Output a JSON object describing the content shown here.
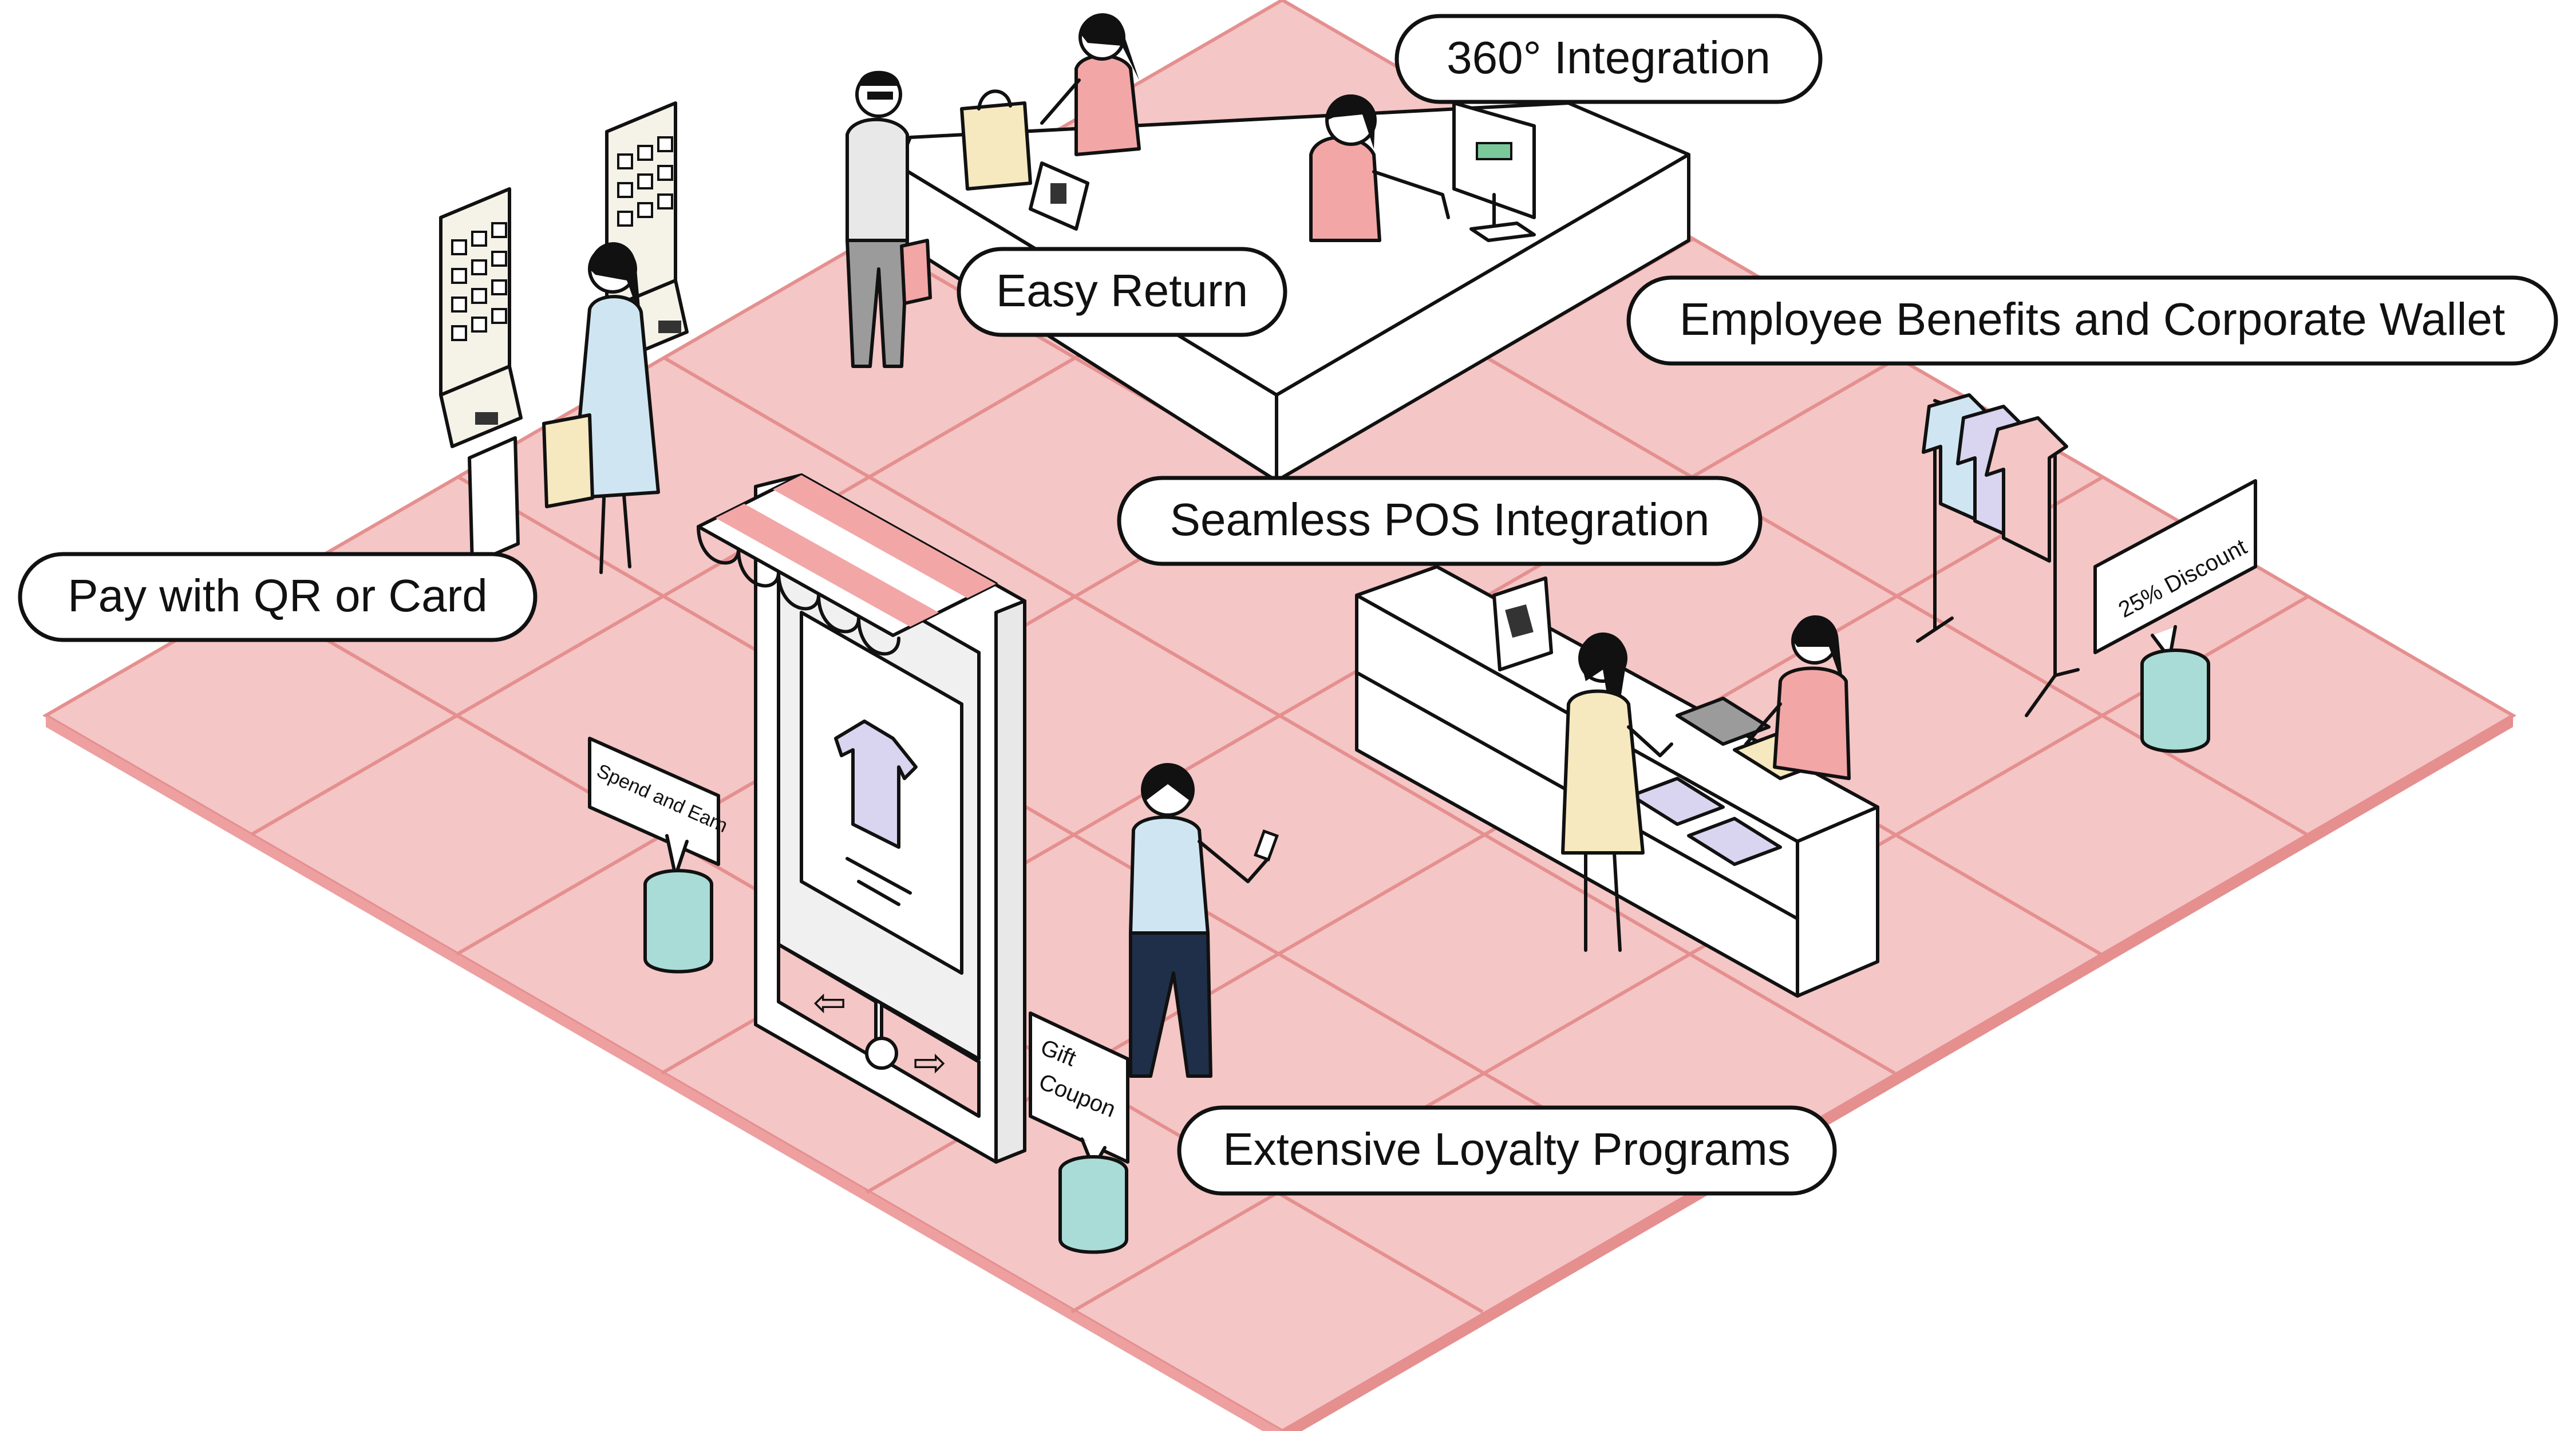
{
  "labels": {
    "integration_360": "360° Integration",
    "easy_return": "Easy Return",
    "employee_benefits": "Employee Benefits and Corporate Wallet",
    "seamless_pos": "Seamless POS Integration",
    "pay_qr_card": "Pay with QR or Card",
    "loyalty_programs": "Extensive Loyalty Programs"
  },
  "signs": {
    "spend_and_earn": "Spend and Earn",
    "gift_line1": "Gift",
    "gift_line2": "Coupon",
    "discount": "25% Discount"
  },
  "colors": {
    "floor": "#f4c6c6",
    "floor_grid": "#e58f8f",
    "outline": "#111111",
    "counter": "#ffffff",
    "teal": "#a9dcd6",
    "blue_cloth": "#cfe6f2",
    "pink_cloth": "#f2a6a6",
    "lavender_cloth": "#d9d4ef",
    "cream": "#f6e9bf"
  }
}
